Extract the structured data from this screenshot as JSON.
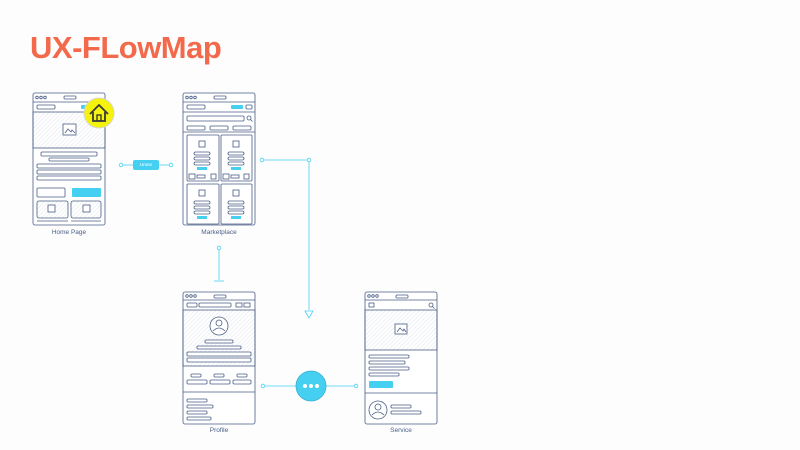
{
  "header": {
    "title": "UX-FLowMap"
  },
  "colors": {
    "title": "#f26a4b",
    "accent": "#45d0f2",
    "stroke": "#4a5e85",
    "home_badge": "#f5f20d"
  },
  "screens": [
    {
      "id": "home",
      "label": "Home Page",
      "icon": "home-icon"
    },
    {
      "id": "marketplace",
      "label": "Marketplace"
    },
    {
      "id": "profile",
      "label": "Profile"
    },
    {
      "id": "service",
      "label": "Service"
    }
  ],
  "connectors": {
    "home_to_marketplace_label": "Unear",
    "profile_to_service_icon": "ellipsis-icon"
  }
}
